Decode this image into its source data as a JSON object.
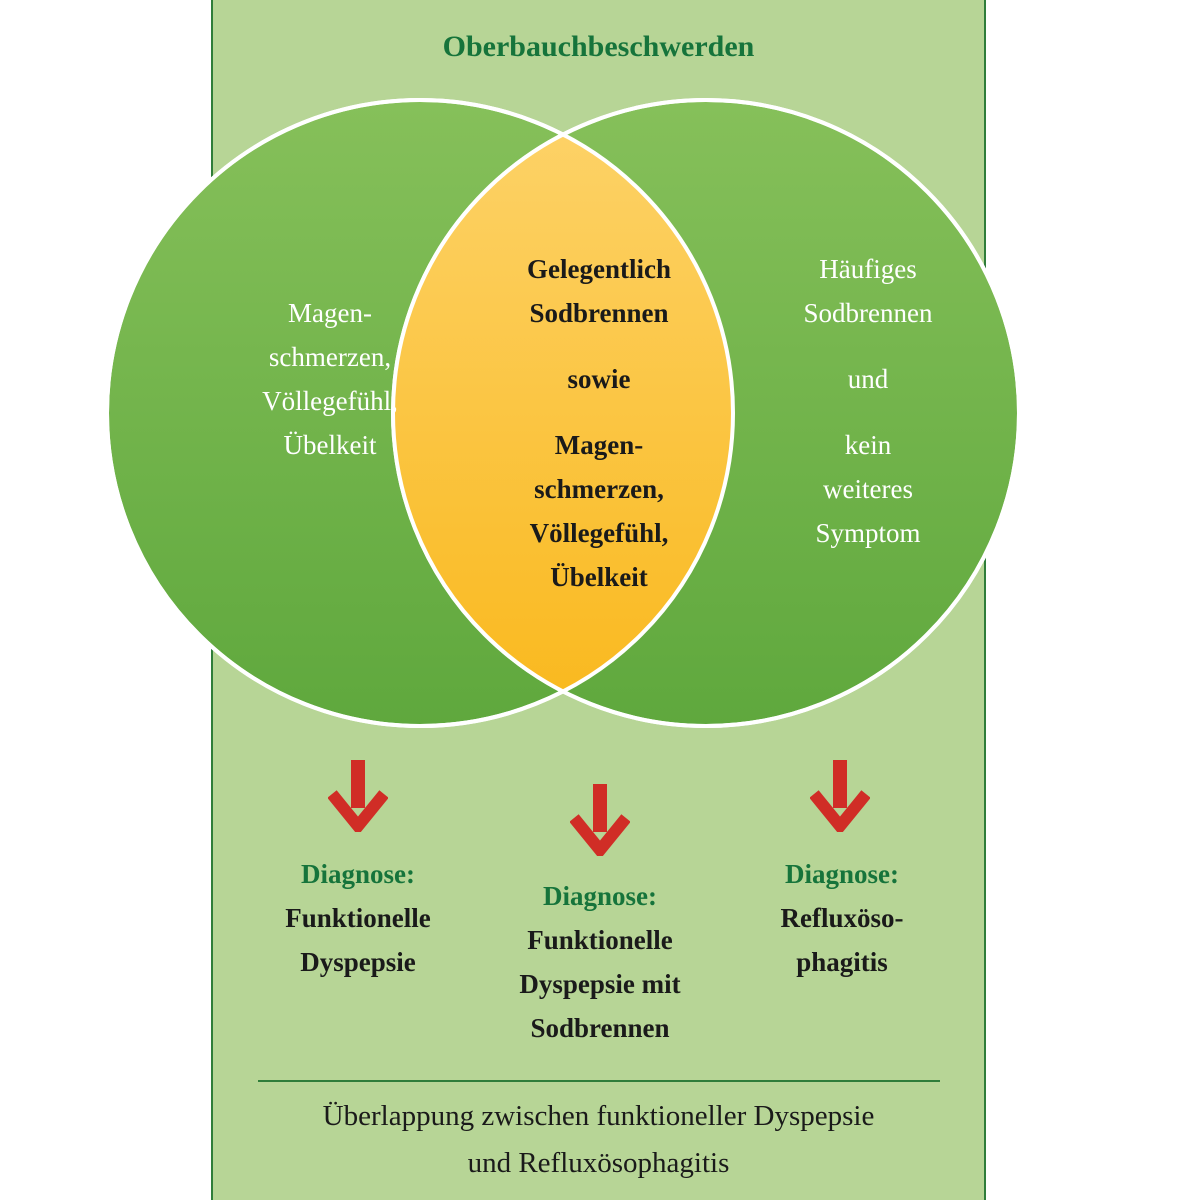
{
  "title": "Oberbauchbeschwerden",
  "colors": {
    "panel_bg": "#b7d596",
    "circle_green": "#6fb046",
    "overlap_orange": "#fbbf2a",
    "title_green": "#16743b",
    "arrow_red": "#d02d26"
  },
  "left_circle": {
    "lines": [
      "Magen-",
      "schmerzen,",
      "Völlegefühl,",
      "Übelkeit"
    ]
  },
  "overlap": {
    "group1": [
      "Gelegentlich",
      "Sodbrennen"
    ],
    "connector": "sowie",
    "group2": [
      "Magen-",
      "schmerzen,",
      "Völlegefühl,",
      "Übelkeit"
    ]
  },
  "right_circle": {
    "group1": [
      "Häufiges",
      "Sodbrennen"
    ],
    "connector": "und",
    "group2": [
      "kein",
      "weiteres",
      "Symptom"
    ]
  },
  "diagnoses": [
    {
      "label": "Diagnose:",
      "lines": [
        "Funktionelle",
        "Dyspepsie"
      ]
    },
    {
      "label": "Diagnose:",
      "lines": [
        "Funktionelle",
        "Dyspepsie mit",
        "Sodbrennen"
      ]
    },
    {
      "label": "Diagnose:",
      "lines": [
        "Refluxöso-",
        "phagitis"
      ]
    }
  ],
  "footer": {
    "line1": "Überlappung zwischen funktioneller Dyspepsie",
    "line2": "und Refluxösophagitis"
  }
}
